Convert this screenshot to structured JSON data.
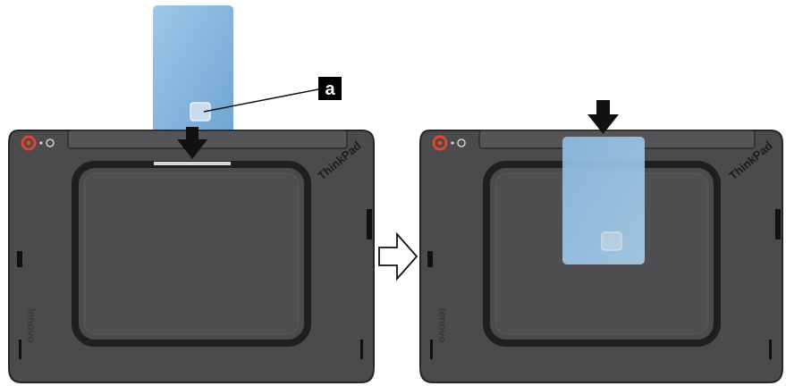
{
  "diagram": {
    "callout_label": "a",
    "brand_logo": "ThinkPad",
    "vendor_logo": "lenovo"
  },
  "colors": {
    "tablet_body": "#4a4a4c",
    "tablet_edge": "#2a2a2b",
    "inner_frame": "#1e1e1f",
    "card_blue": "#8fbce0",
    "card_blue_transparent": "#9cc7ea",
    "arrow": "#111111",
    "camera_ring": "#e0462a",
    "brand_red": "#c8372d",
    "callout_bg": "#000000",
    "callout_fg": "#ffffff"
  },
  "icons": {
    "insert_arrow": "arrow-down-icon",
    "step_arrow": "arrow-right-outline-icon",
    "camera": "camera-icon",
    "sensor": "light-sensor-icon"
  }
}
